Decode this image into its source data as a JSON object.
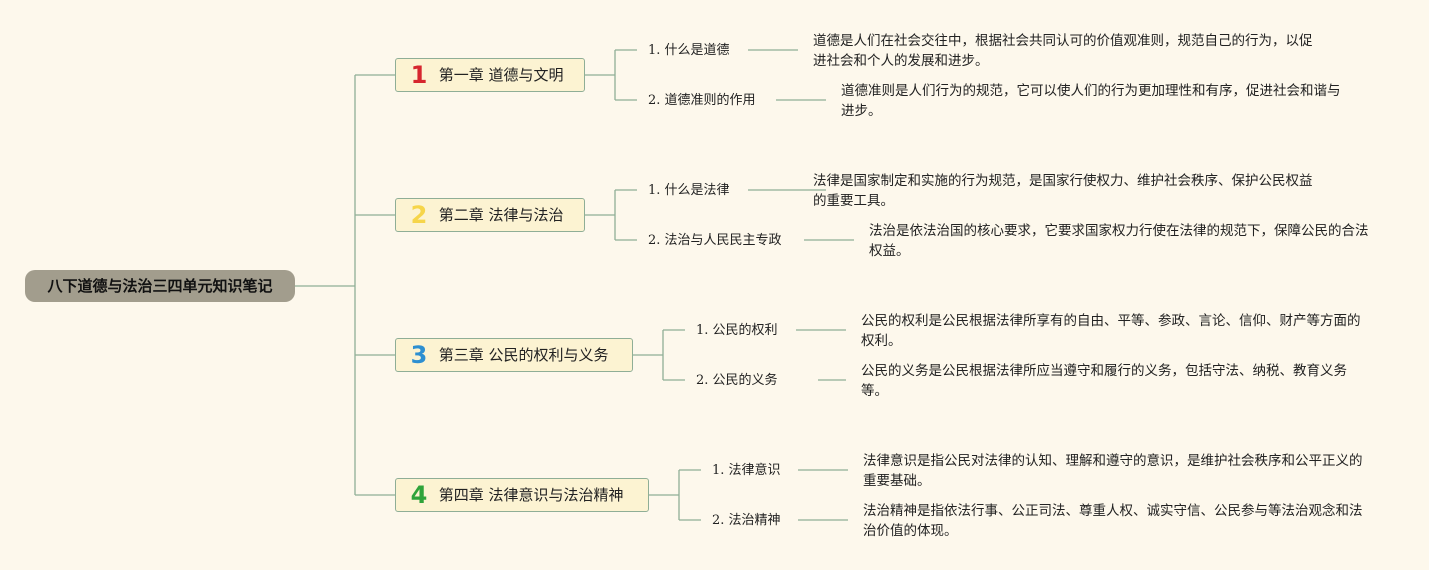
{
  "root": {
    "title": "八下道德与法治三四单元知识笔记"
  },
  "colors": {
    "background": "#fdf8ec",
    "root_fill": "#a29d8d",
    "chapter_fill": "#fcf3d2",
    "branch_line": "#8fae96",
    "numbers": [
      "#d6262e",
      "#f6d54a",
      "#2d8fd1",
      "#2fa33a"
    ]
  },
  "chapters": [
    {
      "number": "1",
      "title": "第一章 道德与文明",
      "topics": [
        {
          "label": "1. 什么是道德",
          "desc": "道德是人们在社会交往中，根据社会共同认可的价值观准则，规范自己的行为，以促进社会和个人的发展和进步。"
        },
        {
          "label": "2. 道德准则的作用",
          "desc": "道德准则是人们行为的规范，它可以使人们的行为更加理性和有序，促进社会和谐与进步。"
        }
      ]
    },
    {
      "number": "2",
      "title": "第二章 法律与法治",
      "topics": [
        {
          "label": "1. 什么是法律",
          "desc": "法律是国家制定和实施的行为规范，是国家行使权力、维护社会秩序、保护公民权益的重要工具。"
        },
        {
          "label": "2. 法治与人民民主专政",
          "desc": "法治是依法治国的核心要求，它要求国家权力行使在法律的规范下，保障公民的合法权益。"
        }
      ]
    },
    {
      "number": "3",
      "title": "第三章 公民的权利与义务",
      "topics": [
        {
          "label": "1. 公民的权利",
          "desc": "公民的权利是公民根据法律所享有的自由、平等、参政、言论、信仰、财产等方面的权利。"
        },
        {
          "label": "2. 公民的义务",
          "desc": "公民的义务是公民根据法律所应当遵守和履行的义务，包括守法、纳税、教育义务等。"
        }
      ]
    },
    {
      "number": "4",
      "title": "第四章 法律意识与法治精神",
      "topics": [
        {
          "label": "1. 法律意识",
          "desc": "法律意识是指公民对法律的认知、理解和遵守的意识，是维护社会秩序和公平正义的重要基础。"
        },
        {
          "label": "2. 法治精神",
          "desc": "法治精神是指依法行事、公正司法、尊重人权、诚实守信、公民参与等法治观念和法治价值的体现。"
        }
      ]
    }
  ]
}
